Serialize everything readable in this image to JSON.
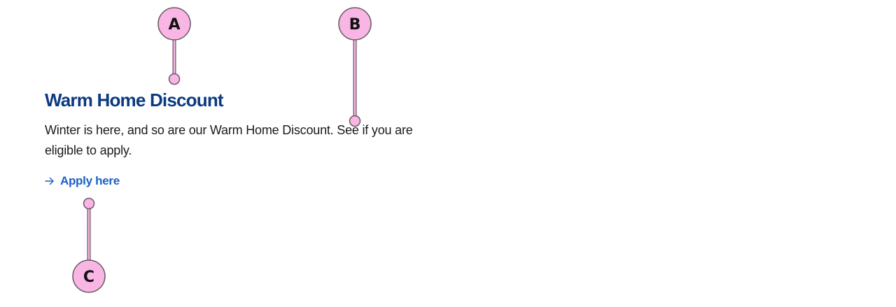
{
  "card": {
    "title": "Warm Home Discount",
    "body": "Winter is here, and so are our Warm Home Discount. See if you are eligible to apply.",
    "link_label": "Apply here",
    "link_icon": "arrow-right-icon"
  },
  "annotations": {
    "a": "A",
    "b": "B",
    "c": "C"
  },
  "colors": {
    "title": "#0b3a82",
    "link": "#1a5fc8",
    "body_text": "#1a1a1a",
    "marker_fill": "#f9b6e4",
    "marker_stroke": "#6b5a66"
  }
}
